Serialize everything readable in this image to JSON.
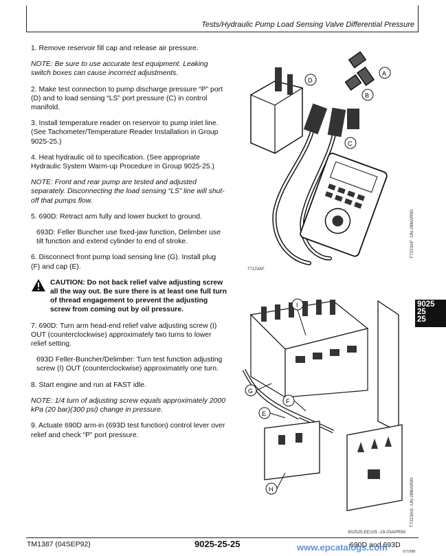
{
  "header": {
    "title": "Tests/Hydraulic Pump Load Sensing Valve Differential Pressure"
  },
  "steps": [
    {
      "type": "step",
      "text": "1. Remove reservoir fill cap and release air pressure."
    },
    {
      "type": "note",
      "label": "NOTE:",
      "text": "Be sure to use accurate test equipment. Leaking switch boxes can cause incorrect adjustments."
    },
    {
      "type": "step",
      "text": "2. Make test connection to pump discharge pressure “P” port (D) and to load sensing “LS” port pressure (C) in control manifold."
    },
    {
      "type": "step",
      "text": "3. Install temperature reader on reservoir to pump inlet line. (See Tachometer/Temperature Reader Installation in Group 9025-25.)"
    },
    {
      "type": "step",
      "text": "4. Heat hydraulic oil to specification. (See appropriate Hydraulic System Warm-up Procedure in Group 9025-25.)"
    },
    {
      "type": "note",
      "label": "NOTE:",
      "text": "Front and rear pump are tested and adjusted separately. Disconnecting the load sensing “LS” line will shut-off that pumps flow."
    },
    {
      "type": "step",
      "text": "5. 690D: Retract arm fully and lower bucket to ground."
    },
    {
      "type": "indent",
      "text": "693D: Feller Buncher use fixed-jaw function, Delimber use tilt function and extend cylinder to end of stroke."
    },
    {
      "type": "step",
      "text": "6. Disconnect front pump load sensing line (G). Install plug (F) and cap (E)."
    },
    {
      "type": "caution",
      "text": "CAUTION: Do not back relief valve adjusting screw all the way out. Be sure there is at least one full turn of thread engagement to prevent the adjusting screw from coming out by oil pressure."
    },
    {
      "type": "step",
      "text": "7. 690D: Turn arm head-end relief valve adjusting screw (I) OUT (counterclockwise) approximately two turns to lower relief setting."
    },
    {
      "type": "indent",
      "text": "693D Feller-Buncher/Delimber: Turn test function adjusting screw (I) OUT (counterclockwise) approximately one turn."
    },
    {
      "type": "step",
      "text": "8. Start engine and run at FAST idle."
    },
    {
      "type": "note",
      "label": "NOTE:",
      "text": "1/4 turn of adjusting screw equals approximately 2000 kPa (20 bar)(300 psi) change in pressure."
    },
    {
      "type": "step",
      "text": "9. Actuate 690D arm-in (693D test function) control lever over relief and check “P” port pressure."
    }
  ],
  "side_tab": {
    "line1": "9025",
    "line2": "25",
    "line3": "25"
  },
  "figure1": {
    "code": "T7223AF   -UN-28MAR90",
    "labels": [
      "A",
      "B",
      "C",
      "D"
    ]
  },
  "figure2": {
    "code": "T7223AG   -UN-28MAR90",
    "labels": [
      "I",
      "G",
      "F",
      "E",
      "H"
    ]
  },
  "footer": {
    "left": "TM1387 (04SEP92)",
    "center": "9025-25-25",
    "right": "690D and 693D",
    "ref": "902525,EE105   -19-03APR90",
    "watermark": "www.epcatalogs.com",
    "date": "071098"
  }
}
